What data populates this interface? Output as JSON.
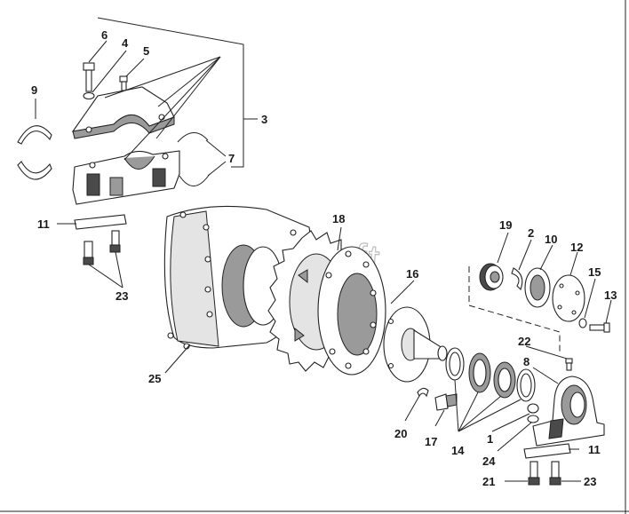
{
  "watermark": "AutoSoft",
  "labels": {
    "p1": "1",
    "p2": "2",
    "p3": "3",
    "p4": "4",
    "p5": "5",
    "p6": "6",
    "p7": "7",
    "p8": "8",
    "p9": "9",
    "p10": "10",
    "p11a": "11",
    "p11b": "11",
    "p12": "12",
    "p13": "13",
    "p14": "14",
    "p15": "15",
    "p16": "16",
    "p17": "17",
    "p18": "18",
    "p19": "19",
    "p20": "20",
    "p21": "21",
    "p22": "22",
    "p23a": "23",
    "p23b": "23",
    "p24": "24",
    "p25": "25"
  }
}
